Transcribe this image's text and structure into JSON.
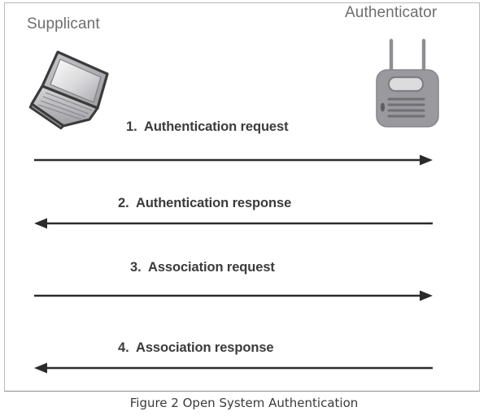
{
  "figure": {
    "caption": "Figure 2 Open System Authentication",
    "endpoints": {
      "left": {
        "label": "Supplicant",
        "icon": "laptop-icon"
      },
      "right": {
        "label": "Authenticator",
        "icon": "access-point-icon"
      }
    },
    "messages": [
      {
        "number": "1.",
        "text": "Authentication request",
        "direction": "left-to-right",
        "from": "Supplicant",
        "to": "Authenticator"
      },
      {
        "number": "2.",
        "text": "Authentication response",
        "direction": "right-to-left",
        "from": "Authenticator",
        "to": "Supplicant"
      },
      {
        "number": "3.",
        "text": "Association request",
        "direction": "left-to-right",
        "from": "Supplicant",
        "to": "Authenticator"
      },
      {
        "number": "4.",
        "text": "Association response",
        "direction": "right-to-left",
        "from": "Authenticator",
        "to": "Supplicant"
      }
    ],
    "colors": {
      "border": "#b9b9b9",
      "endpoint_label": "#6d6e70",
      "message_text": "#3b3b3b",
      "arrow": "#2b2b2b",
      "device_body": "#9a9a9e",
      "caption_text": "#3a3a3a"
    }
  }
}
